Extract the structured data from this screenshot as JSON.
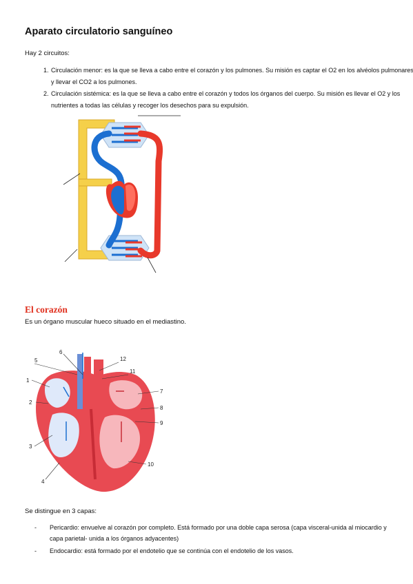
{
  "title": "Aparato circulatorio sanguíneo",
  "intro": "Hay 2 circuitos:",
  "circuits": [
    "Circulación menor: es la que se lleva a cabo entre el corazón y los pulmones. Su misión es captar el O2 en los alvéolos pulmonares y llevar el CO2 a los pulmones.",
    "Circulación sistémica: es la que se lleva a cabo entre el corazón y todos los órganos del cuerpo. Su misión es llevar el O2 y los nutrientes a todas las células y recoger los desechos para su expulsión."
  ],
  "heart_section": {
    "heading": "El corazón",
    "description": "Es un órgano muscular hueco situado en el mediastino.",
    "diagram_numbers": [
      "1",
      "2",
      "3",
      "4",
      "5",
      "6",
      "7",
      "8",
      "9",
      "10",
      "11",
      "12"
    ]
  },
  "layers": {
    "intro": "Se distingue en 3 capas:",
    "bullet": "-",
    "items": [
      "Pericardio: envuelve al corazón por completo. Está formado por una doble capa serosa (capa visceral-unida al miocardio y capa parietal- unida a los órganos adyacentes)",
      "Endocardio: está formado por el endotelio que se continúa con el endotelio de los vasos."
    ]
  },
  "colors": {
    "heading_red": "#e0301e",
    "artery_red": "#e8392b",
    "vein_blue": "#1c6fd1",
    "lymph_yellow": "#f5d04a"
  }
}
